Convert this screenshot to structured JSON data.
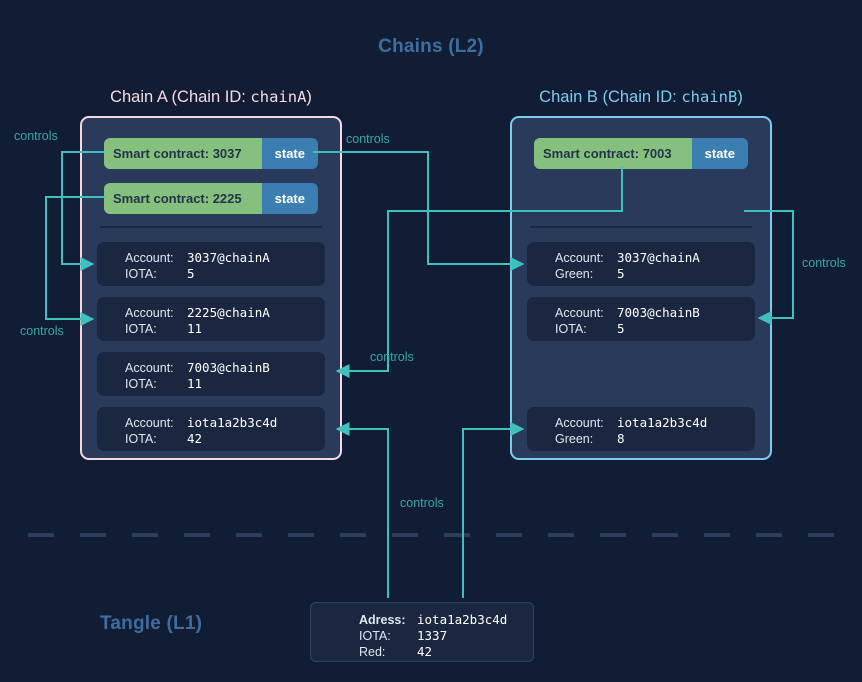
{
  "diagram": {
    "l2_title": "Chains (L2)",
    "l1_title": "Tangle (L1)",
    "accent_teal": "#3fc0bd",
    "accent_green": "#86c07f",
    "accent_blue": "#3b7eb2",
    "chainA_border": "#f6d9e0",
    "chainB_border": "#7ecbf0",
    "background": "#111d35"
  },
  "chainA": {
    "title_prefix": "Chain A (Chain ID: ",
    "title_id": "chainA",
    "title_suffix": ")",
    "contracts": [
      {
        "name": "Smart contract: 3037",
        "state_label": "state"
      },
      {
        "name": "Smart contract: 2225",
        "state_label": "state"
      }
    ],
    "accounts": [
      {
        "account_label": "Account:",
        "account_value": "3037@chainA",
        "token_label": "IOTA:",
        "token_value": "5"
      },
      {
        "account_label": "Account:",
        "account_value": "2225@chainA",
        "token_label": "IOTA:",
        "token_value": "11"
      },
      {
        "account_label": "Account:",
        "account_value": "7003@chainB",
        "token_label": "IOTA:",
        "token_value": "11"
      },
      {
        "account_label": "Account:",
        "account_value": "iota1a2b3c4d",
        "token_label": "IOTA:",
        "token_value": "42"
      }
    ]
  },
  "chainB": {
    "title_prefix": "Chain B (Chain ID: ",
    "title_id": "chainB",
    "title_suffix": ")",
    "contracts": [
      {
        "name": "Smart contract: 7003",
        "state_label": "state"
      }
    ],
    "accounts": [
      {
        "account_label": "Account:",
        "account_value": "3037@chainA",
        "token_label": "Green:",
        "token_value": "5"
      },
      {
        "account_label": "Account:",
        "account_value": "7003@chainB",
        "token_label": "IOTA:",
        "token_value": "5"
      },
      {
        "account_label": "Account:",
        "account_value": "iota1a2b3c4d",
        "token_label": "Green:",
        "token_value": "8"
      }
    ]
  },
  "tangle": {
    "address_label": "Adress:",
    "address_value": "iota1a2b3c4d",
    "iota_label": "IOTA:",
    "iota_value": "1337",
    "red_label": "Red:",
    "red_value": "42"
  },
  "wire_labels": {
    "left_top": "controls",
    "left_bottom": "controls",
    "mid_top": "controls",
    "mid_bottom": "controls",
    "right": "controls",
    "tangle": "controls"
  }
}
